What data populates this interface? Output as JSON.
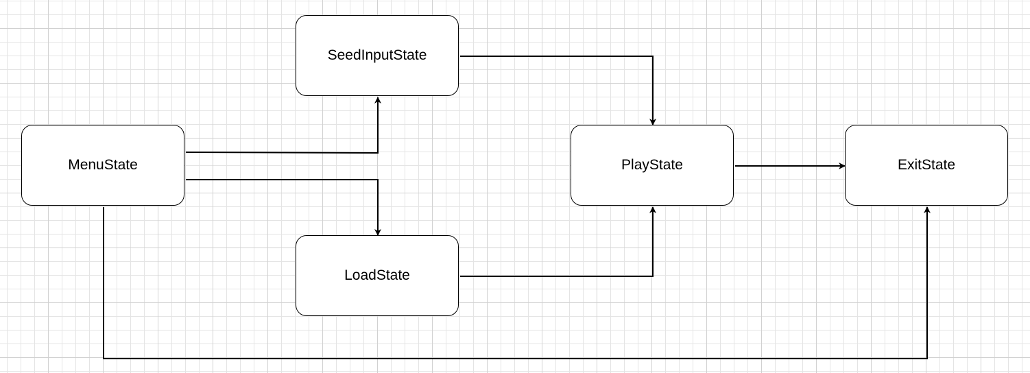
{
  "diagram": {
    "nodes": [
      {
        "id": "menu",
        "label": "MenuState"
      },
      {
        "id": "seed",
        "label": "SeedInputState"
      },
      {
        "id": "load",
        "label": "LoadState"
      },
      {
        "id": "play",
        "label": "PlayState"
      },
      {
        "id": "exit",
        "label": "ExitState"
      }
    ],
    "edges": [
      {
        "from": "menu",
        "to": "seed"
      },
      {
        "from": "menu",
        "to": "load"
      },
      {
        "from": "menu",
        "to": "exit"
      },
      {
        "from": "seed",
        "to": "play"
      },
      {
        "from": "load",
        "to": "play"
      },
      {
        "from": "play",
        "to": "exit"
      }
    ],
    "colors": {
      "stroke": "#000000",
      "fill": "#ffffff",
      "grid": "#e4e4e4"
    }
  }
}
